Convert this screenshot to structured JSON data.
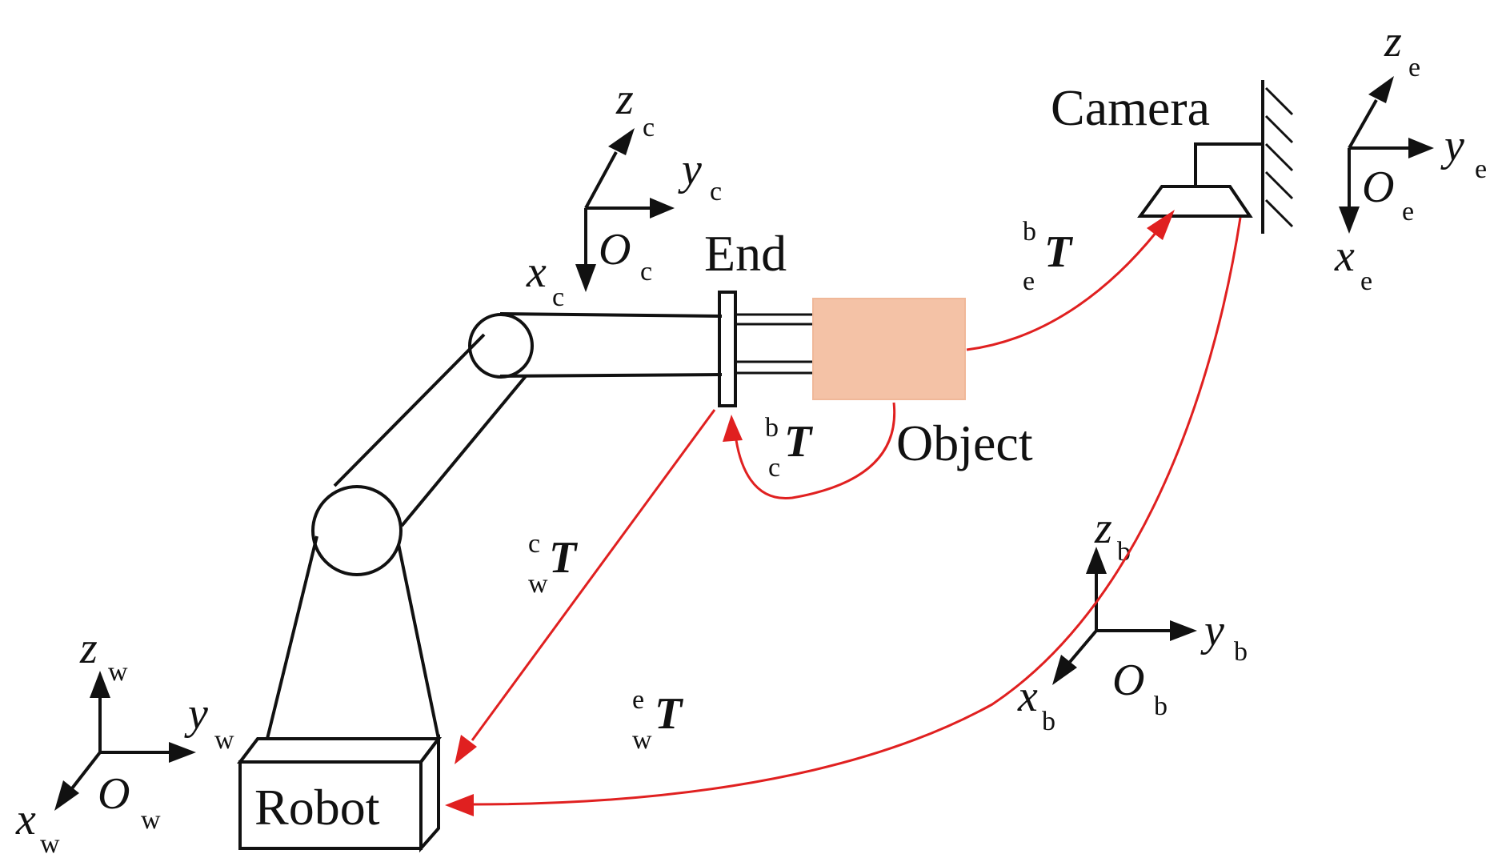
{
  "labels": {
    "camera": "Camera",
    "end": "End",
    "object": "Object",
    "robot": "Robot"
  },
  "frames": {
    "c": {
      "o": "O",
      "o_sub": "c",
      "x": "x",
      "x_sub": "c",
      "y": "y",
      "y_sub": "c",
      "z": "z",
      "z_sub": "c"
    },
    "e": {
      "o": "O",
      "o_sub": "e",
      "x": "x",
      "x_sub": "e",
      "y": "y",
      "y_sub": "e",
      "z": "z",
      "z_sub": "e"
    },
    "b": {
      "o": "O",
      "o_sub": "b",
      "x": "x",
      "x_sub": "b",
      "y": "y",
      "y_sub": "b",
      "z": "z",
      "z_sub": "b"
    },
    "w": {
      "o": "O",
      "o_sub": "w",
      "x": "x",
      "x_sub": "w",
      "y": "y",
      "y_sub": "w",
      "z": "z",
      "z_sub": "w"
    }
  },
  "transforms": {
    "be": {
      "main": "T",
      "sup": "b",
      "sub": "e"
    },
    "bc": {
      "main": "T",
      "sup": "b",
      "sub": "c"
    },
    "cw": {
      "main": "T",
      "sup": "c",
      "sub": "w"
    },
    "ew": {
      "main": "T",
      "sup": "e",
      "sub": "w"
    }
  },
  "colors": {
    "object_fill": "#f4c2a6",
    "transform_arrow": "#e02020",
    "line": "#111111"
  }
}
